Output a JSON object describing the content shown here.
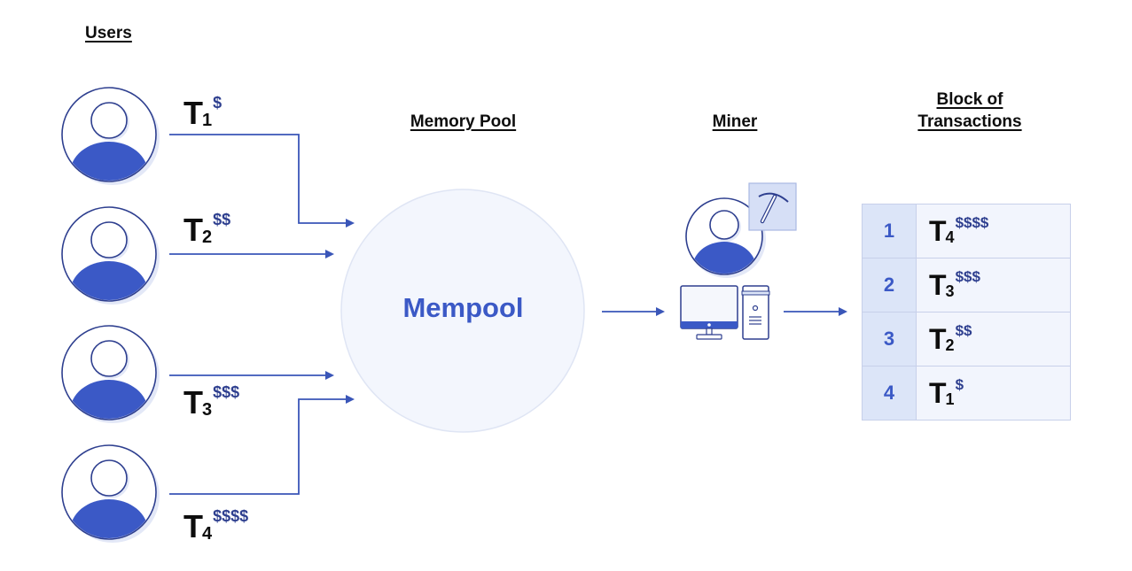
{
  "headings": {
    "users": "Users",
    "memory_pool": "Memory Pool",
    "miner": "Miner",
    "block_line1": "Block of",
    "block_line2": "Transactions"
  },
  "colors": {
    "accent": "#3b59c6",
    "line": "#3a56b8",
    "outline": "#2e3f8f",
    "pool_fill": "#f3f6fd",
    "table_num_bg": "#dce5f8"
  },
  "users": [
    {
      "tx": "T",
      "index": "1",
      "fee": "$"
    },
    {
      "tx": "T",
      "index": "2",
      "fee": "$$"
    },
    {
      "tx": "T",
      "index": "3",
      "fee": "$$$"
    },
    {
      "tx": "T",
      "index": "4",
      "fee": "$$$$"
    }
  ],
  "mempool": {
    "label": "Mempool"
  },
  "miner": {
    "icons": [
      "user-avatar-icon",
      "pickaxe-icon",
      "monitor-icon",
      "pc-tower-icon"
    ]
  },
  "block": {
    "rows": [
      {
        "position": "1",
        "tx": "T",
        "index": "4",
        "fee": "$$$$"
      },
      {
        "position": "2",
        "tx": "T",
        "index": "3",
        "fee": "$$$"
      },
      {
        "position": "3",
        "tx": "T",
        "index": "2",
        "fee": "$$"
      },
      {
        "position": "4",
        "tx": "T",
        "index": "1",
        "fee": "$"
      }
    ]
  }
}
